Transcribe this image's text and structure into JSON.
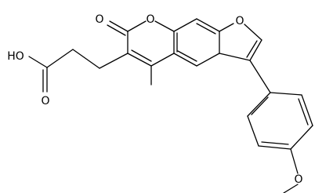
{
  "atoms": {
    "carbonyl_o": "O",
    "ring_o_pyranone": "O",
    "ring_o_furan": "O",
    "acid_hydroxyl": "HO",
    "acid_carbonyl_o": "O",
    "methyl": "",
    "methoxy_o": "O"
  }
}
